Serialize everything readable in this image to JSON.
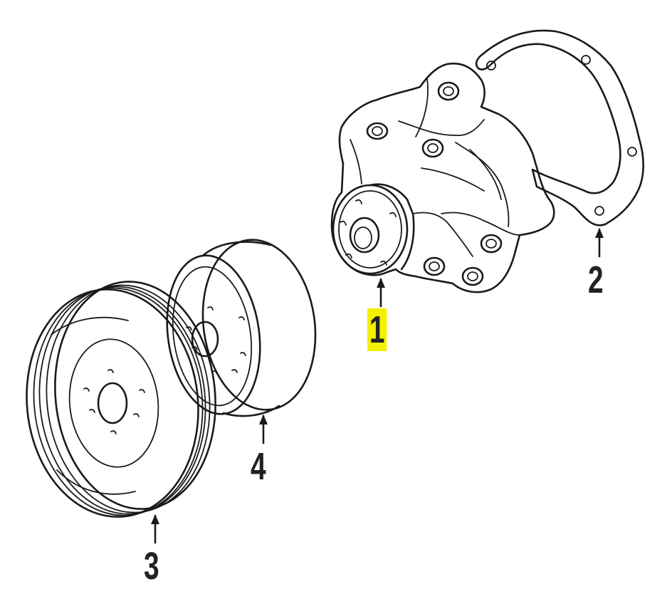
{
  "callouts": [
    {
      "label": "1",
      "part": "water-pump",
      "highlighted": true
    },
    {
      "label": "2",
      "part": "gasket",
      "highlighted": false
    },
    {
      "label": "3",
      "part": "pulley",
      "highlighted": false
    },
    {
      "label": "4",
      "part": "hub",
      "highlighted": false
    }
  ],
  "colors": {
    "highlight": "#f4f000",
    "ink": "#1a1a1a",
    "background": "#ffffff"
  }
}
